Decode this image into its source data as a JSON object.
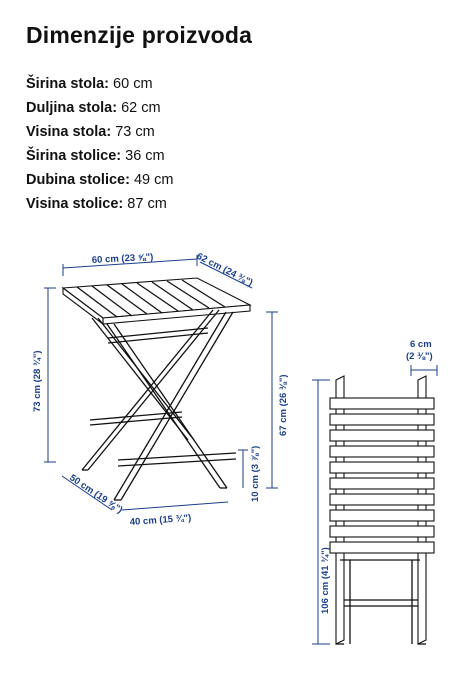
{
  "heading": "Dimenzije proizvoda",
  "specs": [
    {
      "label": "Širina stola:",
      "value": "60 cm"
    },
    {
      "label": "Duljina stola:",
      "value": "62 cm"
    },
    {
      "label": "Visina stola:",
      "value": "73 cm"
    },
    {
      "label": "Širina stolice:",
      "value": "36 cm"
    },
    {
      "label": "Dubina stolice:",
      "value": "49 cm"
    },
    {
      "label": "Visina stolice:",
      "value": "87 cm"
    }
  ],
  "diagram": {
    "table_width": "60 cm (23 ⅝\")",
    "table_length": "62 cm (24 ⅜\")",
    "table_height": "73 cm (28 ¾\")",
    "leg_depth": "50 cm (19 ⅝\")",
    "leg_width": "40 cm (15 ¾\")",
    "brace_height": "67 cm (26 ⅜\")",
    "foot_height": "10 cm (3 ⅞\")",
    "folded_thickness_cm": "6 cm",
    "folded_thickness_in": "(2 ⅜\")",
    "folded_height": "106 cm (41 ¾\")"
  },
  "colors": {
    "dimension": "#1a3e8c",
    "text": "#111111"
  }
}
